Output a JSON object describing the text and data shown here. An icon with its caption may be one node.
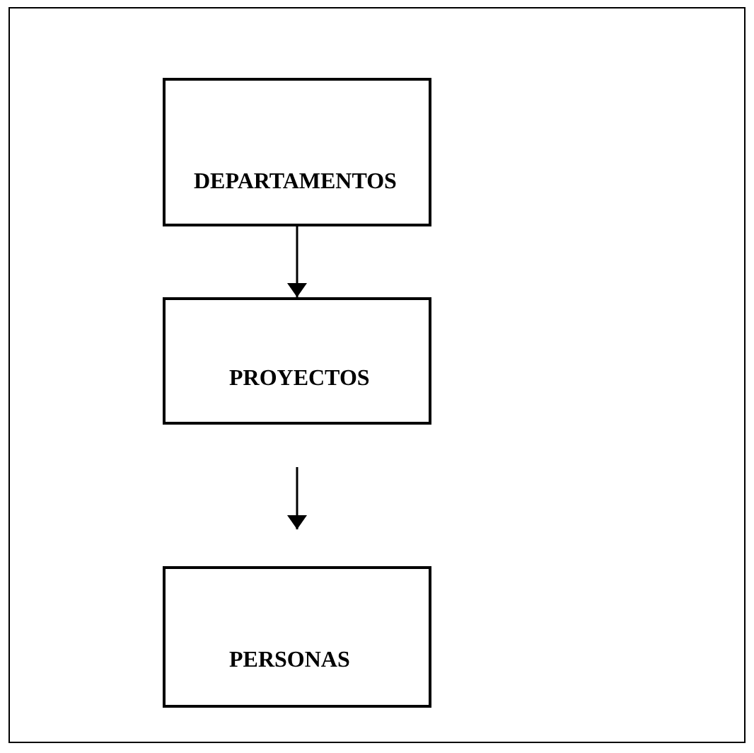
{
  "diagram": {
    "nodes": [
      {
        "text": [
          "DEPARTAMENTOS"
        ]
      },
      {
        "text": [
          "PROYECTOS"
        ]
      },
      {
        "text": [
          "PERSONAS"
        ]
      }
    ],
    "edges": [
      {
        "from": 0,
        "to": 1,
        "arrow": "to"
      },
      {
        "from": 1,
        "to": 2,
        "arrow": "to"
      }
    ]
  }
}
